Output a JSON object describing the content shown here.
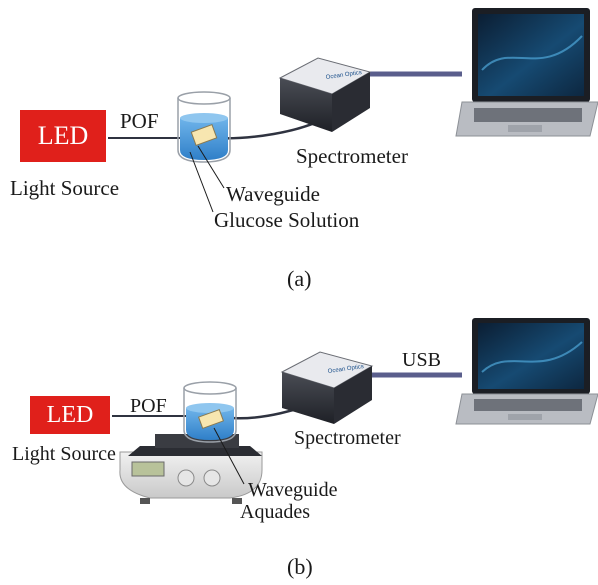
{
  "panel_a": {
    "led_label": "LED",
    "light_source_label": "Light Source",
    "pof_label": "POF",
    "spectrometer_label": "Spectrometer",
    "waveguide_label": "Waveguide",
    "solution_label": "Glucose Solution",
    "caption": "(a)"
  },
  "panel_b": {
    "led_label": "LED",
    "light_source_label": "Light Source",
    "pof_label": "POF",
    "usb_label": "USB",
    "spectrometer_label": "Spectrometer",
    "waveguide_label": "Waveguide",
    "solution_label": "Aquades",
    "caption": "(b)"
  },
  "spectrometer_brand": "Ocean Optics",
  "colors": {
    "led_red": "#e0201b",
    "liquid_blue": "#3b8fd6",
    "cable": "#2f3340",
    "usb_cable": "#5a5e8c",
    "laptop_body": "#b9bcc2",
    "screen": "#0f2a44"
  }
}
